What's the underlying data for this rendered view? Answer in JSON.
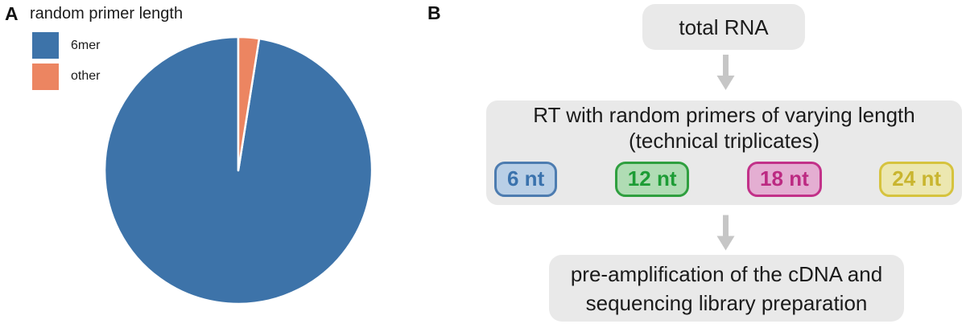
{
  "chart_data": {
    "type": "pie",
    "title": "random primer length",
    "labels": [
      "6mer",
      "other"
    ],
    "values": [
      97.5,
      2.5
    ],
    "colors": [
      "#3d73a9",
      "#ec8561"
    ],
    "start_angle": 90,
    "direction": "counterclockwise from 12 o'clock (matplotlib default), small 'other' wedge just right of top",
    "wedge_edge_color": "#ffffff",
    "legend_position": "upper left",
    "legend_entries": [
      "6mer",
      "other"
    ]
  },
  "panel_a": {
    "label": "A",
    "title": "random primer length",
    "legend": [
      {
        "label": "6mer",
        "color": "#3d73a9"
      },
      {
        "label": "other",
        "color": "#ec8561"
      }
    ]
  },
  "panel_b": {
    "label": "B",
    "box_fill": "#e9e9e9",
    "arrow_color": "#c6c6c6",
    "total_rna_box": {
      "text": "total RNA"
    },
    "rt_box": {
      "line1": "RT with random primers of varying length",
      "line2": "(technical triplicates)",
      "badges": [
        {
          "label": "6 nt",
          "fill": "#b9cfe6",
          "border": "#4d7cb0",
          "text_color": "#3a72ad"
        },
        {
          "label": "12 nt",
          "fill": "#b0dcb4",
          "border": "#2f9f3f",
          "text_color": "#1d9c35"
        },
        {
          "label": "18 nt",
          "fill": "#e4aed2",
          "border": "#c23189",
          "text_color": "#bc2a82"
        },
        {
          "label": "24 nt",
          "fill": "#ece7b0",
          "border": "#d6c33e",
          "text_color": "#c9b52f"
        }
      ]
    },
    "preamp_box": {
      "line1": "pre-amplification of the cDNA and",
      "line2": "sequencing library preparation"
    }
  }
}
